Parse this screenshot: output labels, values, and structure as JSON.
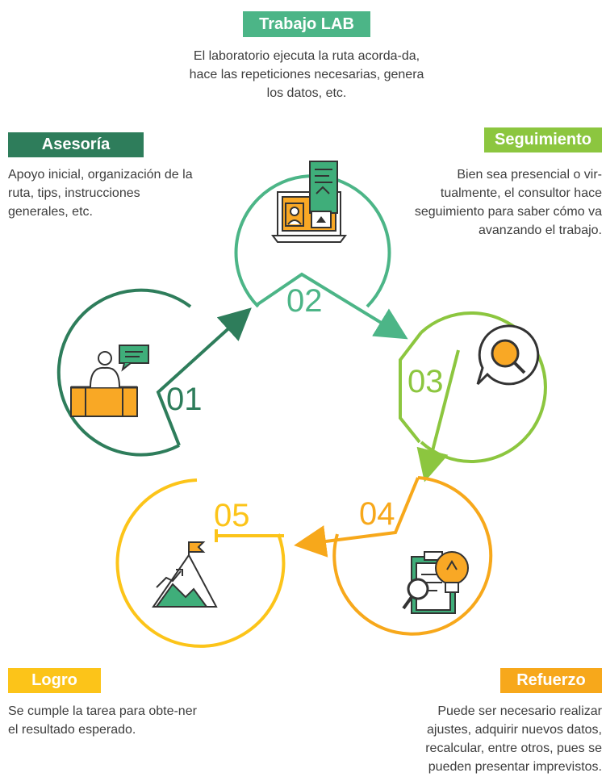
{
  "colors": {
    "asesoria": "#2e7d5b",
    "trabajo": "#4cb587",
    "seguimiento": "#8cc63f",
    "refuerzo": "#f7a81b",
    "logro": "#fcc419",
    "icon_dark": "#333333",
    "icon_orange": "#f9a825",
    "icon_green": "#3fae7a"
  },
  "steps": {
    "asesoria": {
      "title": "Asesoría",
      "text": "Apoyo inicial, organización de la ruta, tips, instrucciones generales, etc.",
      "number": "01",
      "icon": "desk-person-chat-icon"
    },
    "trabajo": {
      "title": "Trabajo LAB",
      "text": "El laboratorio ejecuta la ruta acorda-da, hace las repeticiones necesarias, genera los datos, etc.",
      "number": "02",
      "icon": "laptop-document-icon"
    },
    "seguimiento": {
      "title": "Seguimiento",
      "text": "Bien sea presencial o vir-tualmente, el consultor hace seguimiento para saber cómo va avanzando el trabajo.",
      "number": "03",
      "icon": "chat-magnifier-icon"
    },
    "refuerzo": {
      "title": "Refuerzo",
      "text": "Puede ser necesario realizar ajustes, adquirir nuevos datos, recalcular, entre otros, pues se pueden presentar imprevistos.",
      "number": "04",
      "icon": "clipboard-bulb-icon"
    },
    "logro": {
      "title": "Logro",
      "text": "Se cumple la tarea para obte-ner el resultado esperado.",
      "number": "05",
      "icon": "mountain-flag-icon"
    }
  }
}
